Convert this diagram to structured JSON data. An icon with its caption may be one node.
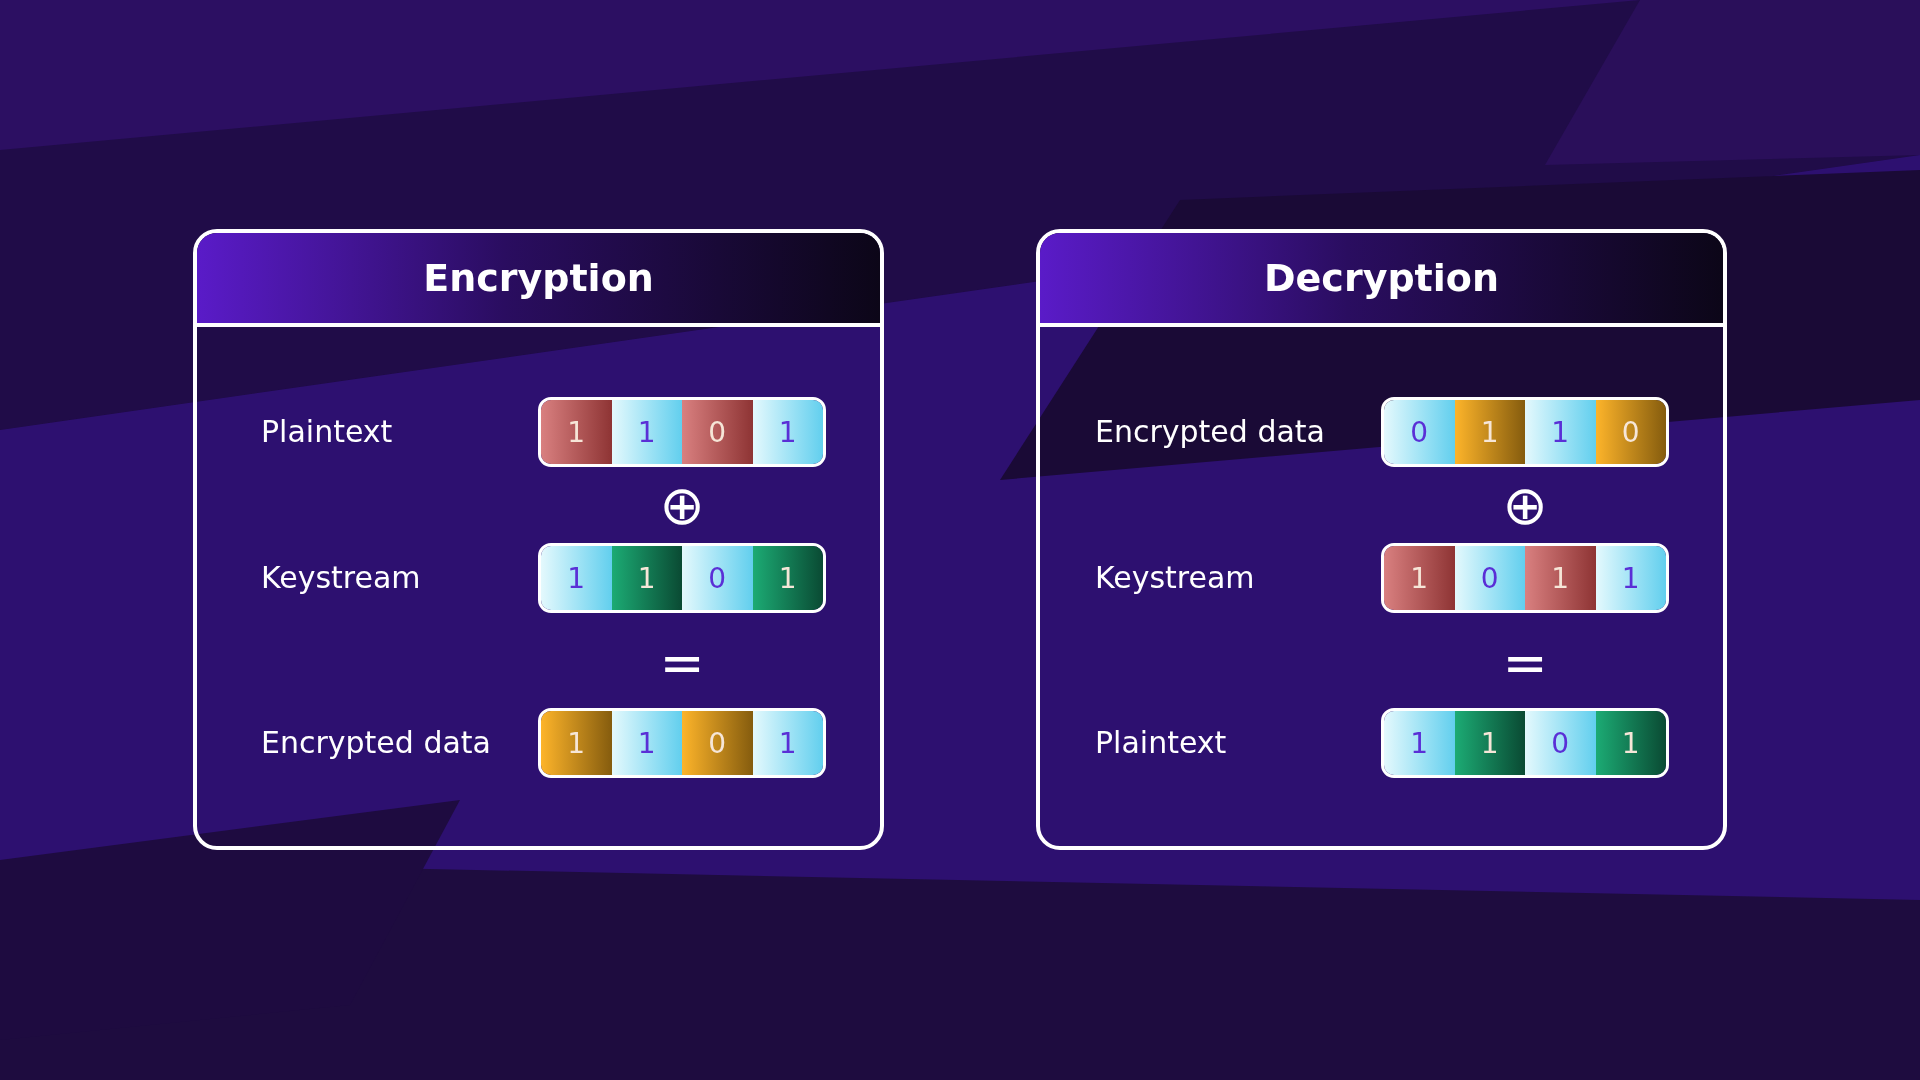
{
  "diagram": {
    "nodes": [
      {
        "text": [
          "Encryption"
        ]
      },
      {
        "text": [],
        "shape": "bar",
        "in": 0
      },
      {
        "text": [
          "1"
        ],
        "in": 1
      },
      {
        "text": [
          "1"
        ],
        "in": 1
      },
      {
        "text": [
          "0"
        ],
        "in": 1
      },
      {
        "text": [
          "1"
        ],
        "in": 1
      },
      {
        "text": [],
        "shape": "bar",
        "in": 0
      },
      {
        "text": [
          "1"
        ],
        "in": 6
      },
      {
        "text": [
          "1"
        ],
        "in": 6
      },
      {
        "text": [
          "0"
        ],
        "in": 6
      },
      {
        "text": [
          "1"
        ],
        "in": 6
      },
      {
        "text": [],
        "shape": "bar",
        "in": 0
      },
      {
        "text": [
          "1"
        ],
        "in": 11
      },
      {
        "text": [
          "1"
        ],
        "in": 11
      },
      {
        "text": [
          "0"
        ],
        "in": 11
      },
      {
        "text": [
          "1"
        ],
        "in": 11
      },
      {
        "text": [
          "Decryption"
        ]
      },
      {
        "text": [],
        "shape": "bar",
        "in": 16
      },
      {
        "text": [
          "0"
        ],
        "in": 17
      },
      {
        "text": [
          "1"
        ],
        "in": 17
      },
      {
        "text": [
          "1"
        ],
        "in": 17
      },
      {
        "text": [
          "0"
        ],
        "in": 17
      },
      {
        "text": [],
        "shape": "bar",
        "in": 16
      },
      {
        "text": [
          "1"
        ],
        "in": 22
      },
      {
        "text": [
          "0"
        ],
        "in": 22
      },
      {
        "text": [
          "1"
        ],
        "in": 22
      },
      {
        "text": [
          "1"
        ],
        "in": 22
      },
      {
        "text": [],
        "shape": "bar",
        "in": 16
      },
      {
        "text": [
          "1"
        ],
        "in": 27
      },
      {
        "text": [
          "1"
        ],
        "in": 27
      },
      {
        "text": [
          "0"
        ],
        "in": 27
      },
      {
        "text": [
          "1"
        ],
        "in": 27
      }
    ],
    "labels": [
      "Plaintext",
      "⊕",
      "Keystream",
      "=",
      "Encrypted data",
      "Encrypted data",
      "⊕",
      "Keystream",
      "=",
      "Plaintext"
    ]
  }
}
